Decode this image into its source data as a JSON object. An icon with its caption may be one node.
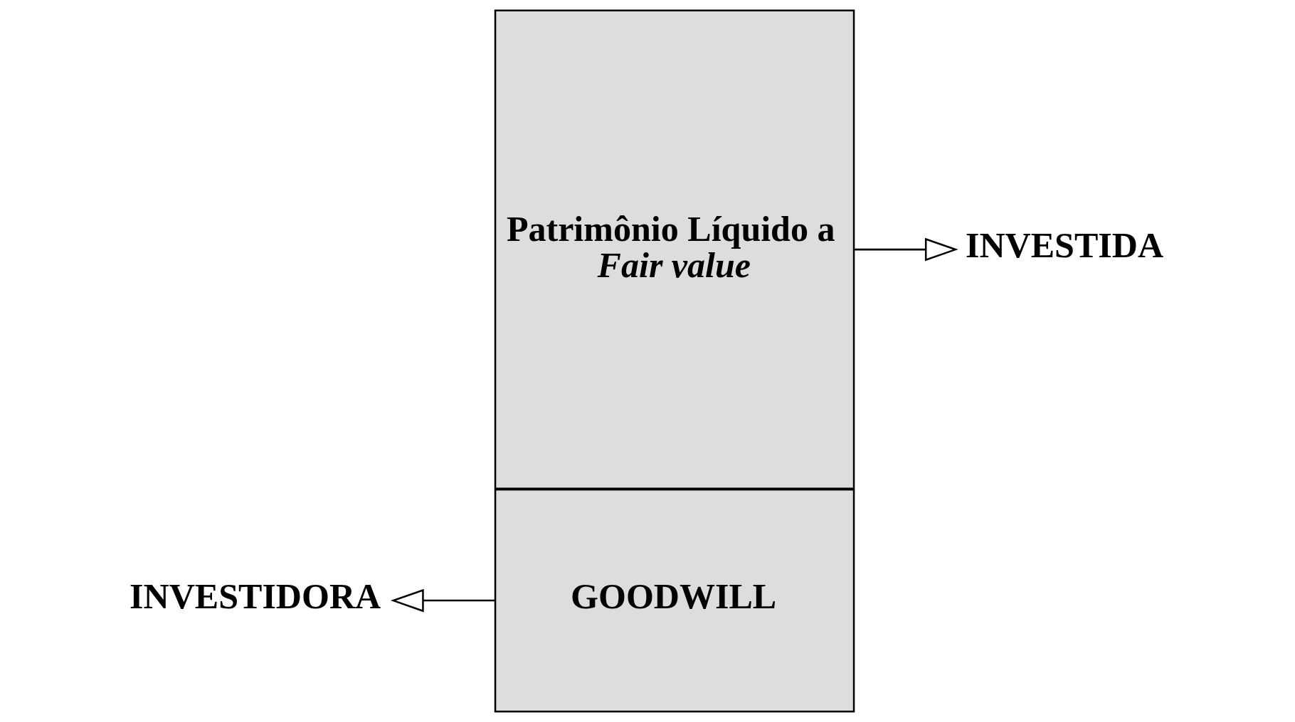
{
  "diagram": {
    "nodes": [
      {
        "text": [
          "INVESTIDORA"
        ]
      },
      {
        "text": [
          "GOODWILL"
        ]
      },
      {
        "text": [
          "Patrimônio Líquido a *Fair value*"
        ]
      },
      {
        "text": [
          "INVESTIDA"
        ]
      }
    ],
    "edges": [
      {
        "from": 1,
        "to": 0,
        "arrow": "to"
      },
      {
        "from": 2,
        "to": 3,
        "arrow": "to"
      }
    ]
  }
}
